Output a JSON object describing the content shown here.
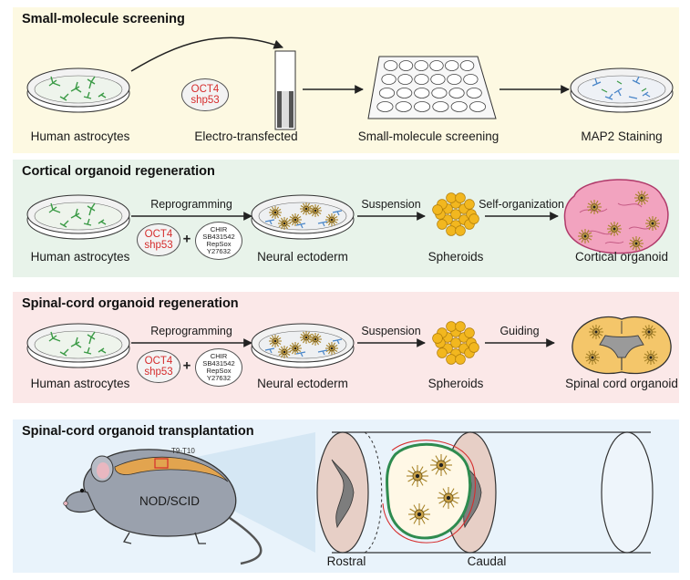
{
  "panel1": {
    "title": "Small-molecule screening",
    "bg": "#fdf9e2",
    "labels": {
      "astro": "Human astrocytes",
      "electro": "Electro-transfected",
      "screening": "Small-molecule screening",
      "map2": "MAP2 Staining"
    },
    "factor_oval": {
      "line1": "OCT4",
      "line2": "shp53"
    }
  },
  "panel2": {
    "title": "Cortical organoid regeneration",
    "bg": "#e8f3ea",
    "labels": {
      "astro": "Human astrocytes",
      "ecto": "Neural ectoderm",
      "sph": "Spheroids",
      "org": "Cortical organoid"
    },
    "arrows": {
      "a1": "Reprogramming",
      "a2": "Suspension",
      "a3": "Self-organization"
    },
    "factor_oval": {
      "line1": "OCT4",
      "line2": "shp53"
    },
    "chem_oval": {
      "l1": "CHIR",
      "l2": "SB431542",
      "l3": "RepSox",
      "l4": "Y27632"
    },
    "plus": "+"
  },
  "panel3": {
    "title": "Spinal-cord organoid regeneration",
    "bg": "#fbe8e8",
    "labels": {
      "astro": "Human astrocytes",
      "ecto": "Neural ectoderm",
      "sph": "Spheroids",
      "org": "Spinal cord organoid"
    },
    "arrows": {
      "a1": "Reprogramming",
      "a2": "Suspension",
      "a3": "Guiding"
    },
    "factor_oval": {
      "line1": "OCT4",
      "line2": "shp53"
    },
    "chem_oval": {
      "l1": "CHIR",
      "l2": "SB431542",
      "l3": "RepSox",
      "l4": "Y27632"
    },
    "plus": "+"
  },
  "panel4": {
    "title": "Spinal-cord organoid transplantation",
    "bg": "#e9f3fb",
    "mouse_label": "NOD/SCID",
    "site_label": "T9-T10",
    "rostral": "Rostral",
    "caudal": "Caudal"
  },
  "colors": {
    "astrocyte": "#3a9a45",
    "neuron_blue": "#4a86c8",
    "rosette": "#a8842a",
    "spheroid": "#f2b71f",
    "cortical": "#f2a3bf",
    "spinal": "#f4c66a",
    "cord": "#e2a44f",
    "red_text": "#d62d2d"
  }
}
